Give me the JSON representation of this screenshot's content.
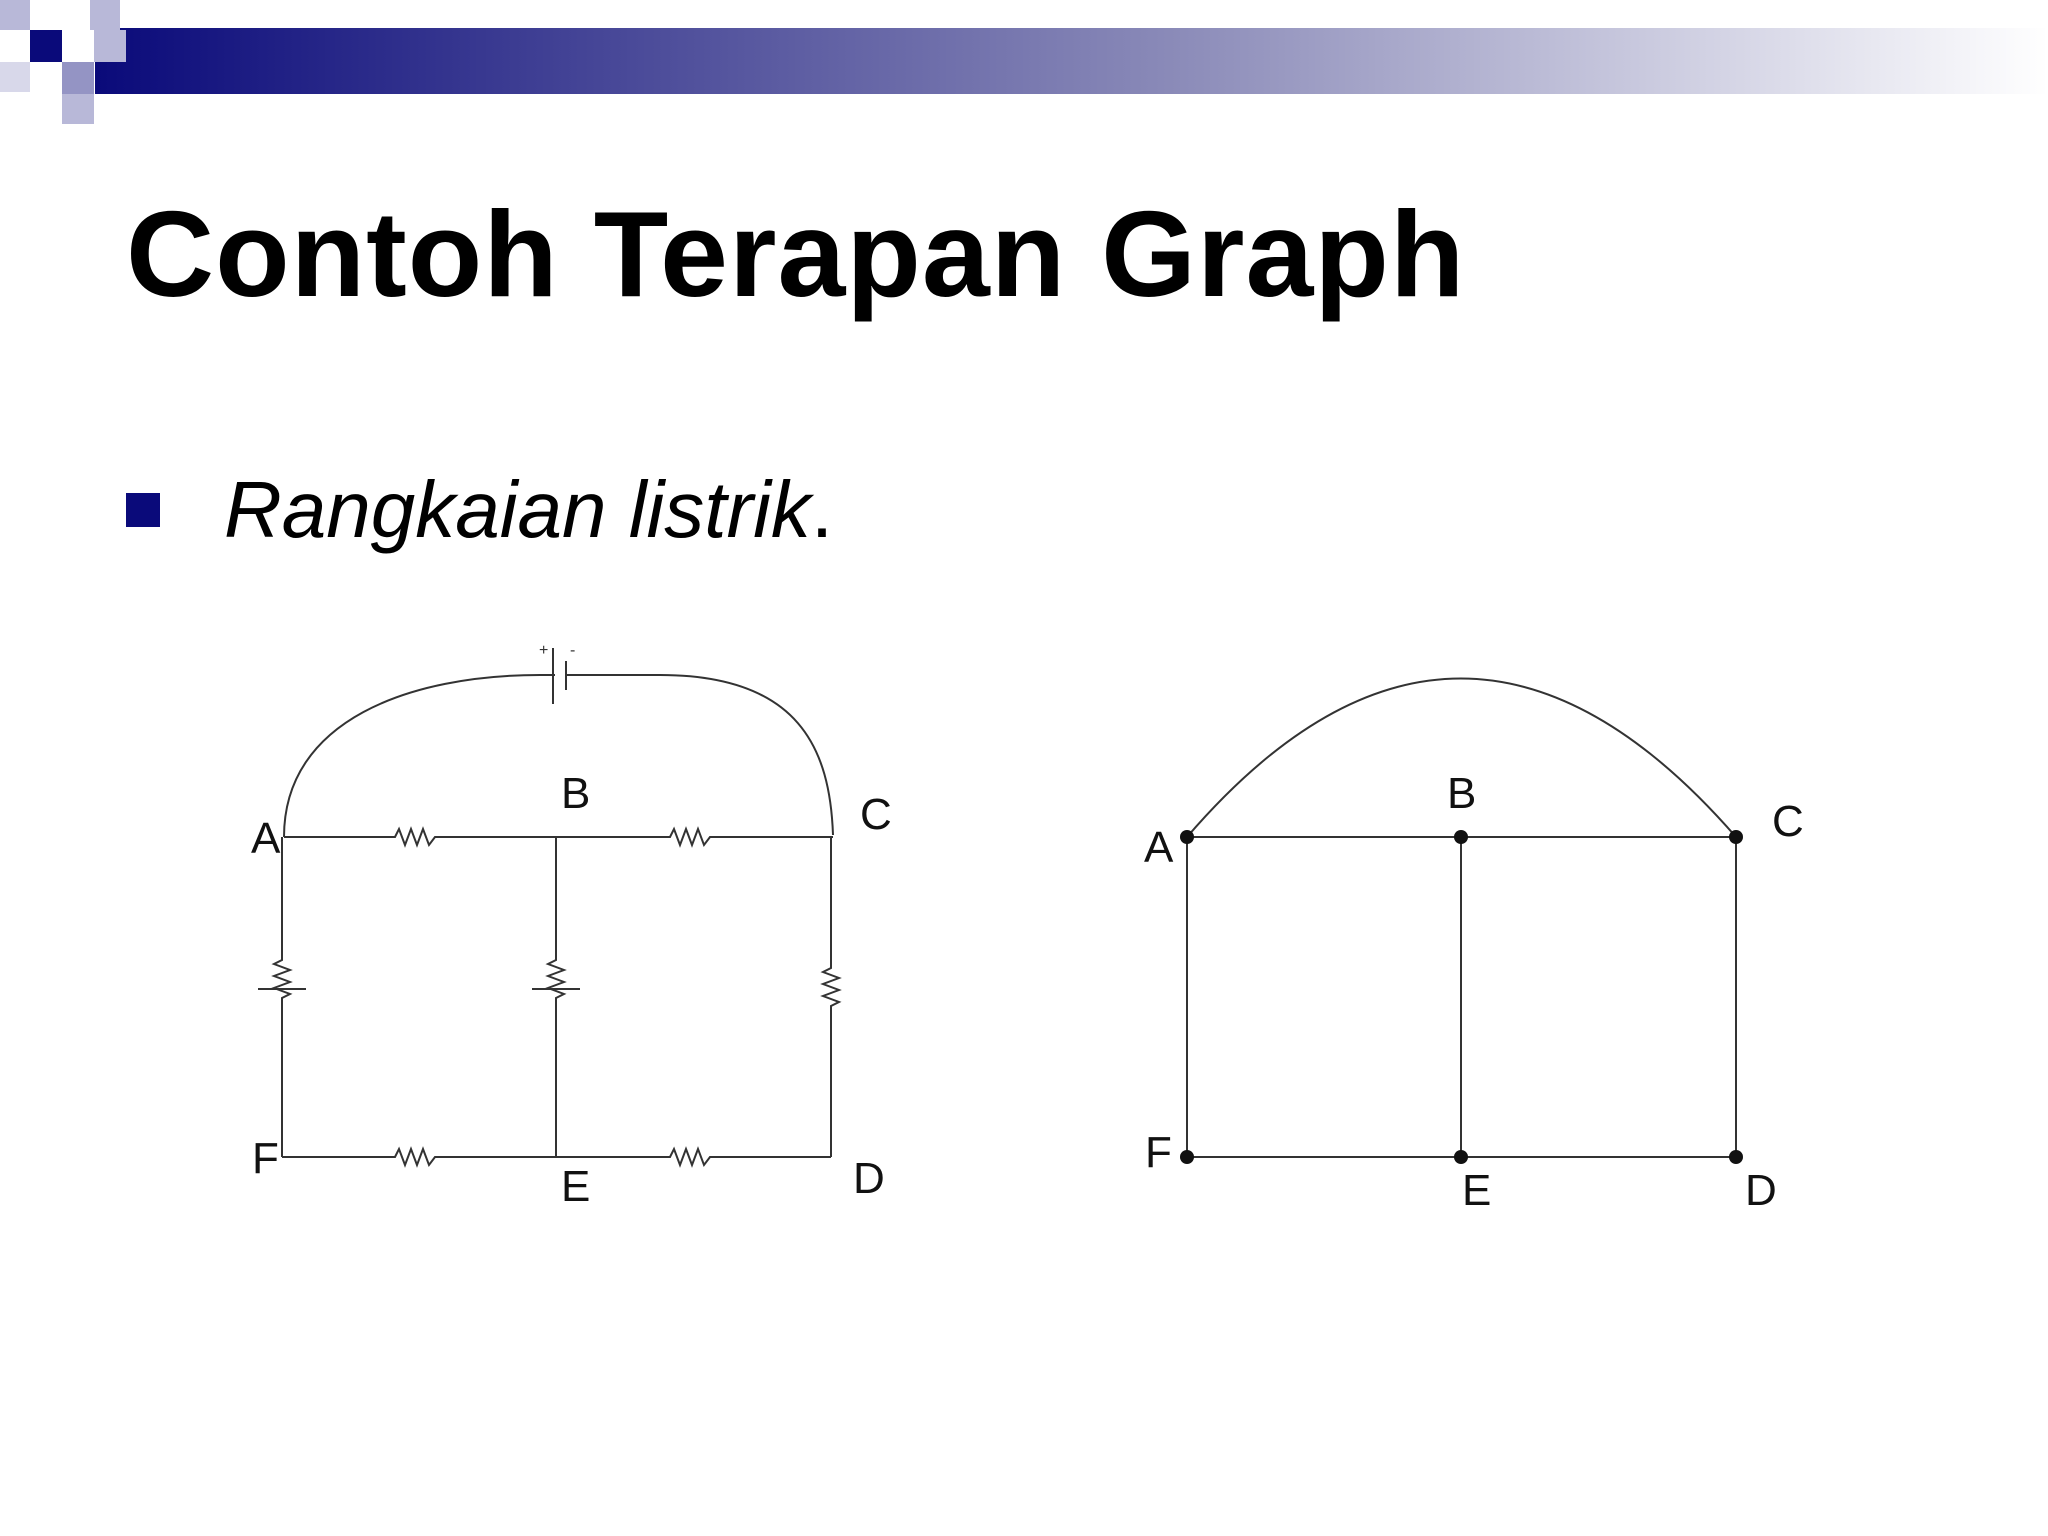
{
  "slide": {
    "title": "Contoh Terapan Graph",
    "bullet": {
      "text_italic": "Rangkaian listrik",
      "text_suffix": "."
    }
  },
  "circuit": {
    "battery_plus": "+",
    "battery_minus": "-",
    "labels": {
      "A": "A",
      "B": "B",
      "C": "C",
      "D": "D",
      "E": "E",
      "F": "F"
    }
  },
  "graph": {
    "labels": {
      "A": "A",
      "B": "B",
      "C": "C",
      "D": "D",
      "E": "E",
      "F": "F"
    },
    "vertices": [
      "A",
      "B",
      "C",
      "D",
      "E",
      "F"
    ],
    "edges": [
      [
        "A",
        "B"
      ],
      [
        "B",
        "C"
      ],
      [
        "A",
        "C"
      ],
      [
        "A",
        "F"
      ],
      [
        "B",
        "E"
      ],
      [
        "C",
        "D"
      ],
      [
        "F",
        "E"
      ],
      [
        "E",
        "D"
      ]
    ]
  },
  "colors": {
    "accent": "#0a0a7a",
    "header_gradient_start": "#0a0a7a",
    "header_gradient_end": "#ffffff",
    "line": "#333333",
    "text": "#000000"
  }
}
